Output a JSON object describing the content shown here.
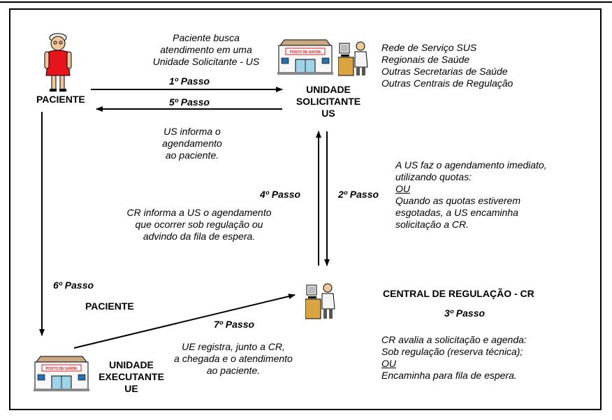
{
  "labels": {
    "paciente_top": "PACIENTE",
    "paciente_mid": "PACIENTE",
    "us_line1": "UNIDADE",
    "us_line2": "SOLICITANTE",
    "us_line3": "US",
    "ue_line1": "UNIDADE",
    "ue_line2": "EXECUTANTE",
    "ue_line3": "UE",
    "cr_title": "CENTRAL DE REGULAÇÃO - CR",
    "building_sign": "POSTO DE SAÚDE"
  },
  "steps": {
    "s1": "1º Passo",
    "s2": "2º Passo",
    "s3": "3º Passo",
    "s4": "4º Passo",
    "s5": "5º Passo",
    "s6": "6º Passo",
    "s7": "7º Passo"
  },
  "notes": {
    "paciente_busca": [
      "Paciente busca",
      "atendimento em uma",
      "Unidade Solicitante - US"
    ],
    "us_informa": [
      "US informa o",
      "agendamento",
      "ao paciente."
    ],
    "rede": [
      "Rede de Serviço SUS",
      "Regionais de Saúde",
      "Outras Secretarias de Saúde",
      "Outras Centrais de Regulação"
    ],
    "us_agendamento": [
      "A US faz o agendamento imediato,",
      "utilizando quotas:",
      "OU",
      "Quando as quotas estiverem",
      "esgotadas, a US encaminha",
      "solicitação a CR."
    ],
    "cr_informa": [
      "CR informa a US o agendamento",
      "que ocorrer sob regulação ou",
      "advindo da fila de espera."
    ],
    "ue_registra": [
      "UE registra, junto a CR,",
      "a chegada e o atendimento",
      "ao paciente."
    ],
    "cr_avalia": [
      "CR avalia a solicitação e agenda:",
      "Sob regulação (reserva técnica);",
      "OU",
      "Encaminha para fila de espera."
    ]
  },
  "colors": {
    "patient_dress": "#e8141b",
    "building_roof": "#c8a882",
    "building_sign": "#e8141b",
    "building_accent": "#2a6fb0"
  },
  "icons": [
    "patient-icon",
    "health-post-icon",
    "computer-operator-icon"
  ]
}
